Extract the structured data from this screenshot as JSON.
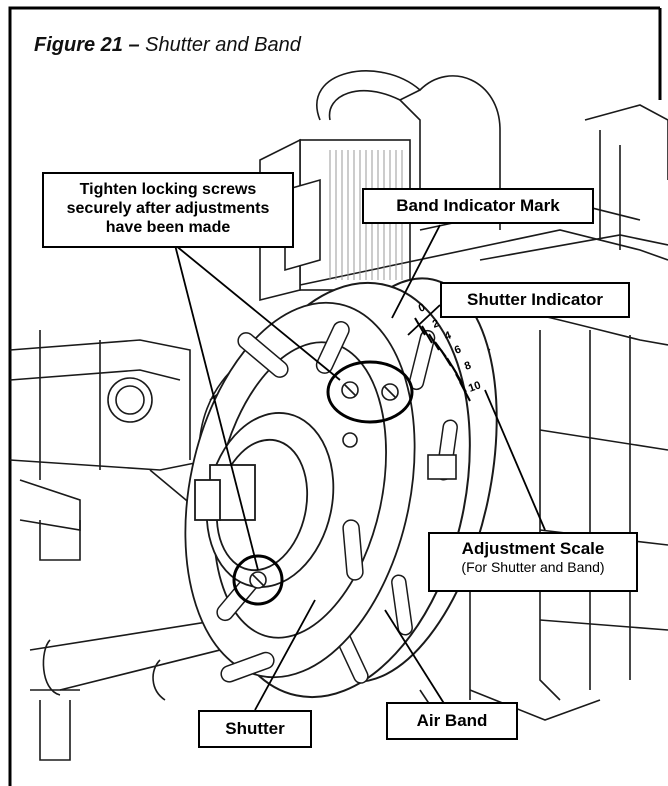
{
  "figure": {
    "number": "Figure 21",
    "dash": " – ",
    "caption": "Shutter and Band"
  },
  "callouts": {
    "locking_screws": "Tighten locking screws securely after adjustments have been made",
    "band_indicator": "Band Indicator Mark",
    "shutter_indicator": "Shutter Indicator",
    "adjustment_scale": "Adjustment Scale",
    "adjustment_scale_sub": "(For Shutter and Band)",
    "shutter": "Shutter",
    "air_band": "Air Band"
  },
  "scale_marks": [
    "0",
    "2",
    "4",
    "6",
    "8",
    "10"
  ],
  "colors": {
    "line": "#000000",
    "drawing": "#1a1a1a",
    "fill": "#ffffff",
    "coil": "#9a9a9a"
  }
}
